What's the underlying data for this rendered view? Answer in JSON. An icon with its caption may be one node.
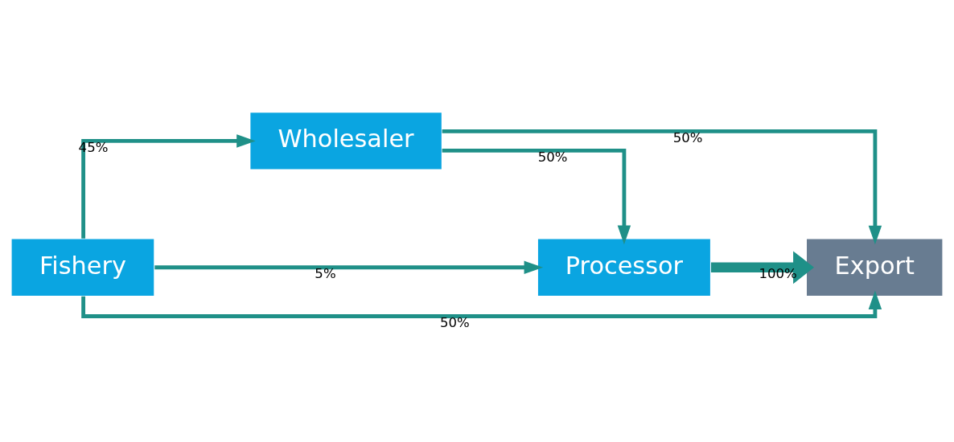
{
  "diagram": {
    "nodes": [
      {
        "text": [
          "Wholesaler"
        ]
      },
      {
        "text": [
          "Export"
        ]
      },
      {
        "text": [
          "Fishery"
        ]
      },
      {
        "text": [
          "Processor"
        ]
      }
    ],
    "edges": [
      {
        "from": 2,
        "to": 0,
        "arrow": "to",
        "label": "45%"
      },
      {
        "from": 0,
        "to": 1,
        "arrow": "to",
        "label": "50%"
      },
      {
        "from": 0,
        "to": 3,
        "arrow": "to",
        "label": "50%"
      },
      {
        "from": 2,
        "to": 3,
        "arrow": "to",
        "label": "5%"
      },
      {
        "from": 3,
        "to": 1,
        "arrow": "to",
        "label": "100%",
        "style": "thick"
      },
      {
        "from": 2,
        "to": 1,
        "arrow": "to",
        "label": "50%"
      }
    ]
  }
}
